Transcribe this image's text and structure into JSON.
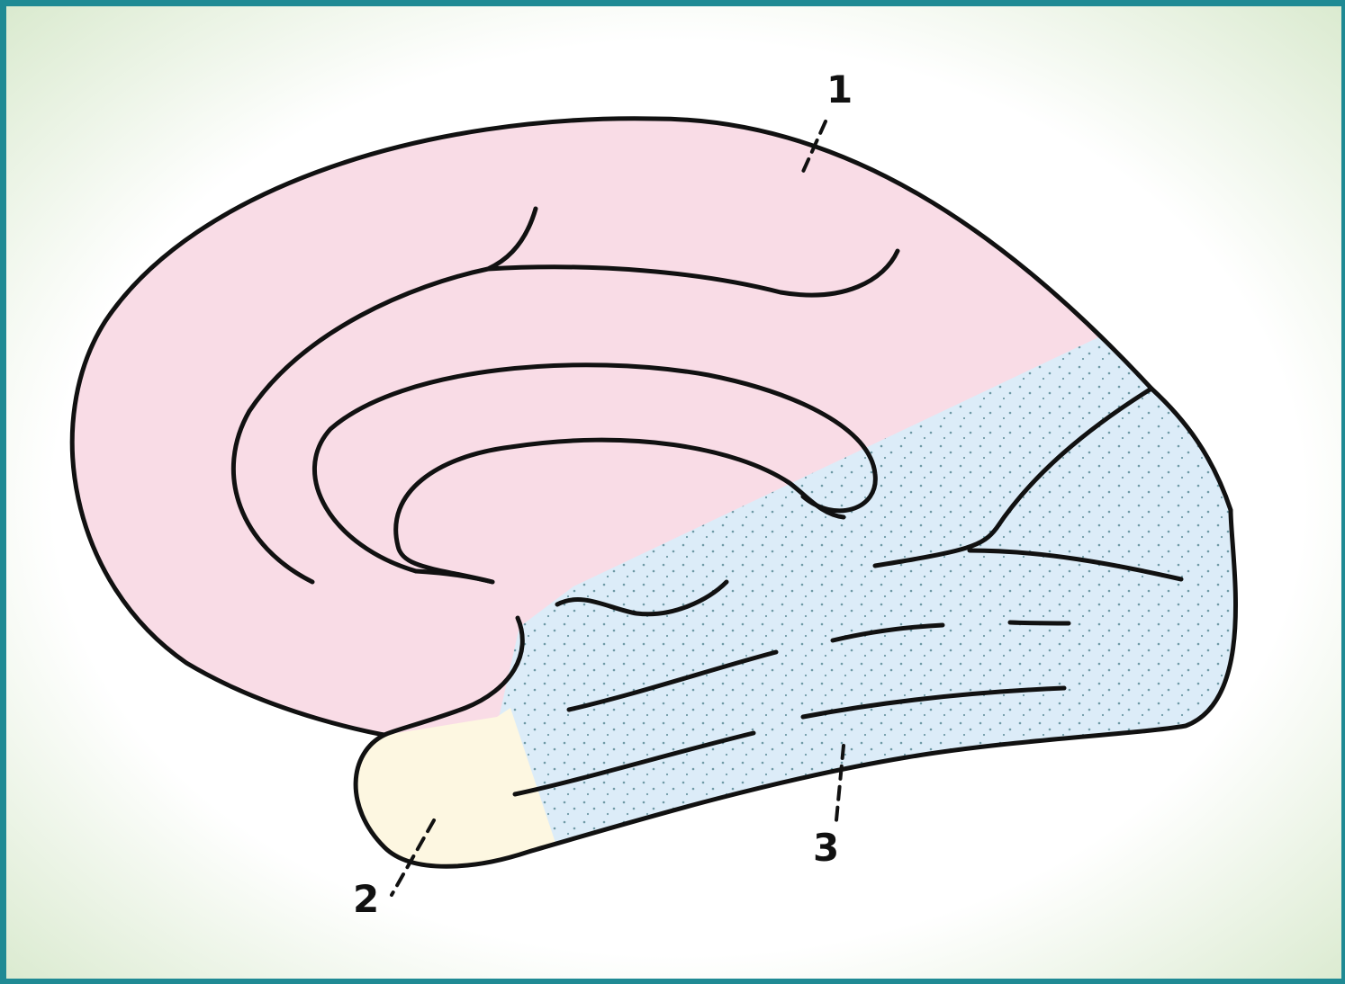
{
  "labels": {
    "one": "1",
    "two": "2",
    "three": "3"
  },
  "colors": {
    "frame_border": "#1f8a94",
    "background_glow": "#dcebd2",
    "region_1_fill": "#f9dce6",
    "region_2_fill": "#fdf7e1",
    "region_3_fill": "#dcecf8",
    "region_3_dots": "#6f9aa6",
    "outline": "#111111"
  }
}
